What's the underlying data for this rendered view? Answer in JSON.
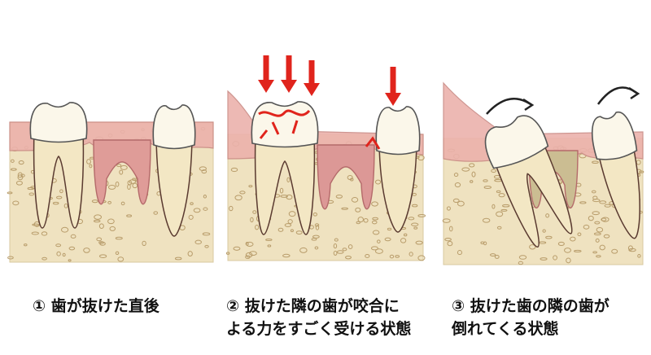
{
  "panels": [
    {
      "caption_lines": [
        "① 歯が抜けた直後"
      ]
    },
    {
      "caption_lines": [
        "② 抜けた隣の歯が咬合に",
        "よる力をすごく受ける状態"
      ]
    },
    {
      "caption_lines": [
        "③ 抜けた歯の隣の歯が",
        "倒れてくる状態"
      ]
    }
  ],
  "colors": {
    "bone": "#efe2c0",
    "gum": "#ecb2ac",
    "tooth": "#fbf7ea",
    "socket": "#d98c8c",
    "arrow": "#e0241c",
    "outline": "#5a3a30"
  },
  "icons": [
    "down-arrow-icon",
    "curved-arrow-icon"
  ]
}
